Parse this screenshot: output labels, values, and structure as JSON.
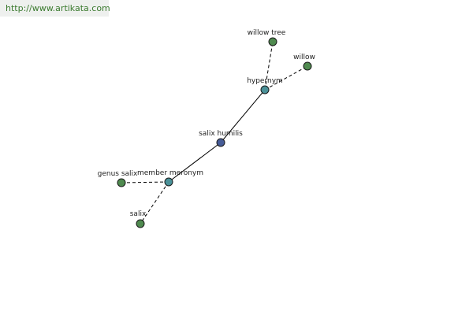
{
  "site_url": "http://www.artikata.com",
  "colors": {
    "center_node": "#465c97",
    "relation_node": "#4a9198",
    "leaf_node": "#4f8a4f",
    "node_stroke": "#1a1a1a",
    "edge": "#000000"
  },
  "nodes": {
    "center": {
      "label": "salix humilis",
      "kind": "center"
    },
    "hypernym": {
      "label": "hypernym",
      "kind": "relation"
    },
    "member_meronym": {
      "label": "member meronym",
      "kind": "relation"
    },
    "willow_tree": {
      "label": "willow tree",
      "kind": "leaf"
    },
    "willow": {
      "label": "willow",
      "kind": "leaf"
    },
    "genus_salix": {
      "label": "genus salix",
      "kind": "leaf"
    },
    "salix": {
      "label": "salix",
      "kind": "leaf"
    }
  },
  "edges": [
    {
      "from": "center",
      "to": "hypernym",
      "style": "solid"
    },
    {
      "from": "center",
      "to": "member_meronym",
      "style": "solid"
    },
    {
      "from": "hypernym",
      "to": "willow_tree",
      "style": "dashed"
    },
    {
      "from": "hypernym",
      "to": "willow",
      "style": "dashed"
    },
    {
      "from": "member_meronym",
      "to": "genus_salix",
      "style": "dashed"
    },
    {
      "from": "member_meronym",
      "to": "salix",
      "style": "dashed"
    }
  ]
}
